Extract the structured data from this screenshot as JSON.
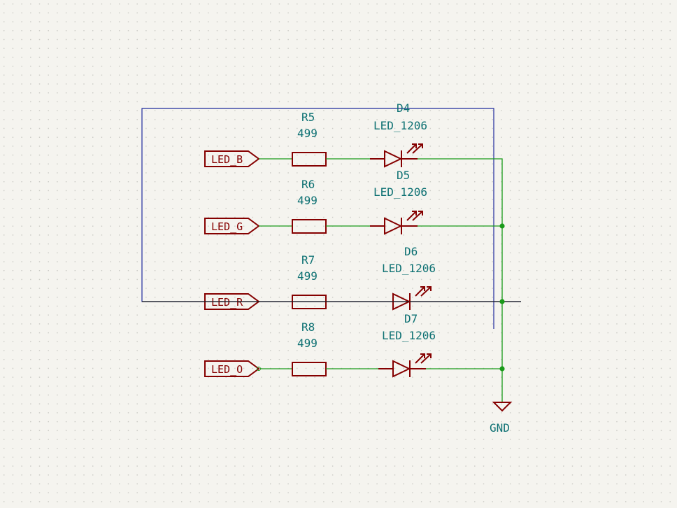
{
  "schematic": {
    "channels": [
      {
        "label": "LED_B",
        "resistor_ref": "R5",
        "resistor_value": "499",
        "led_ref": "D4",
        "led_value": "LED_1206"
      },
      {
        "label": "LED_G",
        "resistor_ref": "R6",
        "resistor_value": "499",
        "led_ref": "D5",
        "led_value": "LED_1206"
      },
      {
        "label": "LED_R",
        "resistor_ref": "R7",
        "resistor_value": "499",
        "led_ref": "D6",
        "led_value": "LED_1206"
      },
      {
        "label": "LED_O",
        "resistor_ref": "R8",
        "resistor_value": "499",
        "led_ref": "D7",
        "led_value": "LED_1206"
      }
    ],
    "power": {
      "label": "GND"
    },
    "colors": {
      "background": "#f5f4ef",
      "symbol": "#850000",
      "wire": "#1a9a1a",
      "text": "#0e7173",
      "selection_box": "#1f2a9c",
      "grid_dot": "#c6c6c2"
    }
  }
}
